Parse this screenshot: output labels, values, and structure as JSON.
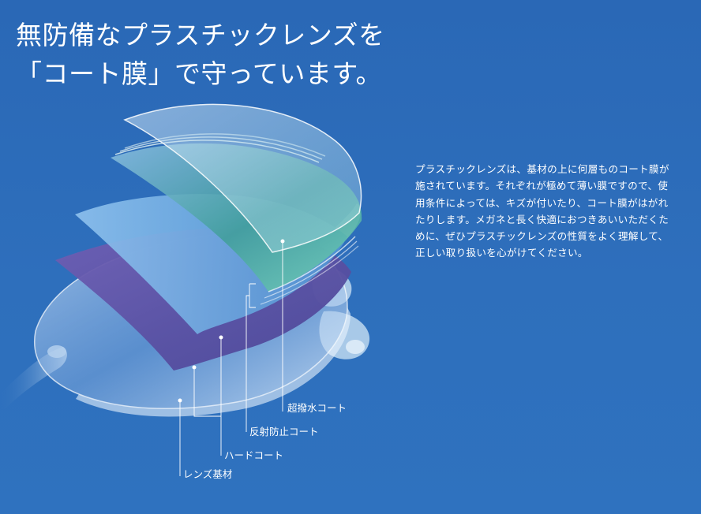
{
  "headline": {
    "line1": "無防備なプラスチックレンズを",
    "line2": "「コート膜」で守っています。"
  },
  "description": "プラスチックレンズは、基材の上に何層ものコート膜が施されています。それぞれが極めて薄い膜ですので、使用条件によっては、キズが付いたり、コート膜がはがれたりします。メガネと長く快適におつきあいいただくために、ぜひプラスチックレンズの性質をよく理解して、正しい取り扱いを心がけてください。",
  "labels": {
    "super_water_repellent": "超撥水コート",
    "anti_reflection": "反射防止コート",
    "hard_coat": "ハードコート",
    "lens_base": "レンズ基材"
  },
  "colors": {
    "background": "#2f6fbb",
    "text": "#ffffff"
  }
}
